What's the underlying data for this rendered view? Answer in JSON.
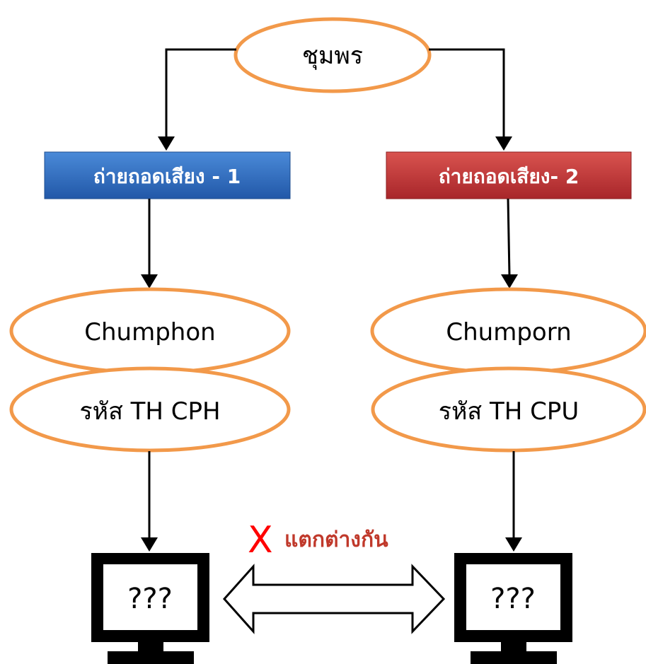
{
  "root": {
    "label": "ชุมพร"
  },
  "left": {
    "box_label": "ถ่ายถอดเสียง - 1",
    "box_color": "#2f6fbf",
    "name": "Chumphon",
    "code": "รหัส  TH CPH",
    "monitor_text": "???"
  },
  "right": {
    "box_label": "ถ่ายถอดเสียง- 2",
    "box_color": "#c0392b",
    "name": "Chumporn",
    "code": "รหัส  TH CPU",
    "monitor_text": "???"
  },
  "difference": {
    "mark": "X",
    "label": "แตกต่างกัน"
  },
  "colors": {
    "ellipse_border": "#f2994a",
    "mark": "#ff0000"
  }
}
